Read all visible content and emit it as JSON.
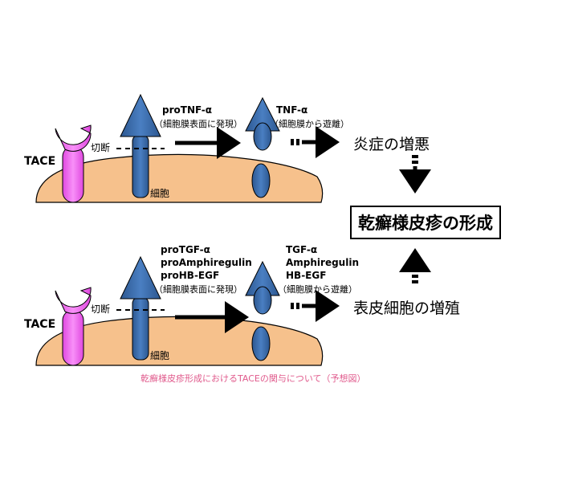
{
  "top": {
    "tace": "TACE",
    "cut": "切断",
    "cell": "細胞",
    "pro_name": "proTNF-α",
    "pro_note": "（細胞膜表面に発現）",
    "rel_name": "TNF-α",
    "rel_note": "（細胞膜から遊離）",
    "outcome": "炎症の増悪"
  },
  "bottom": {
    "tace": "TACE",
    "cut": "切断",
    "cell": "細胞",
    "pro_names": [
      "proTGF-α",
      "proAmphiregulin",
      "proHB-EGF"
    ],
    "pro_note": "（細胞膜表面に発現）",
    "rel_names": [
      "TGF-α",
      "Amphiregulin",
      "HB-EGF"
    ],
    "rel_note": "（細胞膜から遊離）",
    "outcome": "表皮細胞の増殖"
  },
  "result": "乾癬様皮疹の形成",
  "caption": "乾癬様皮疹形成におけるTACEの関与について（予想図）",
  "colors": {
    "cell": "#f6c18c",
    "tace": "#f064f0",
    "protein": "#3e6fb0",
    "caption": "#e05a8c"
  }
}
